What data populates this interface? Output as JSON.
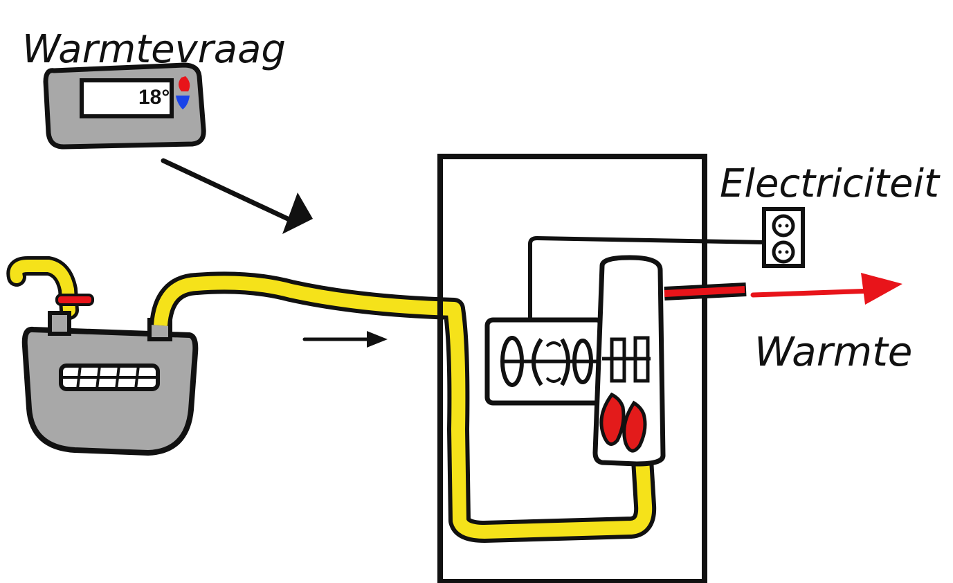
{
  "labels": {
    "heat_demand": "Warmtevraag",
    "electricity": "Electriciteit",
    "heat": "Warmte",
    "thermostat_temp": "18°"
  },
  "colors": {
    "gas_pipe": "#f5e21a",
    "heat_pipe": "#e8141a",
    "flame": "#e31b1b",
    "meter_gray": "#a8a8a8",
    "thermostat_up": "#e8141a",
    "thermostat_down": "#1a44e8",
    "stroke": "#111111"
  },
  "icons": {
    "thermostat": "thermostat-icon",
    "gas_meter": "gas-meter-icon",
    "power_outlet": "power-outlet-icon",
    "engine": "engine-icon",
    "flame": "flame-icon"
  }
}
